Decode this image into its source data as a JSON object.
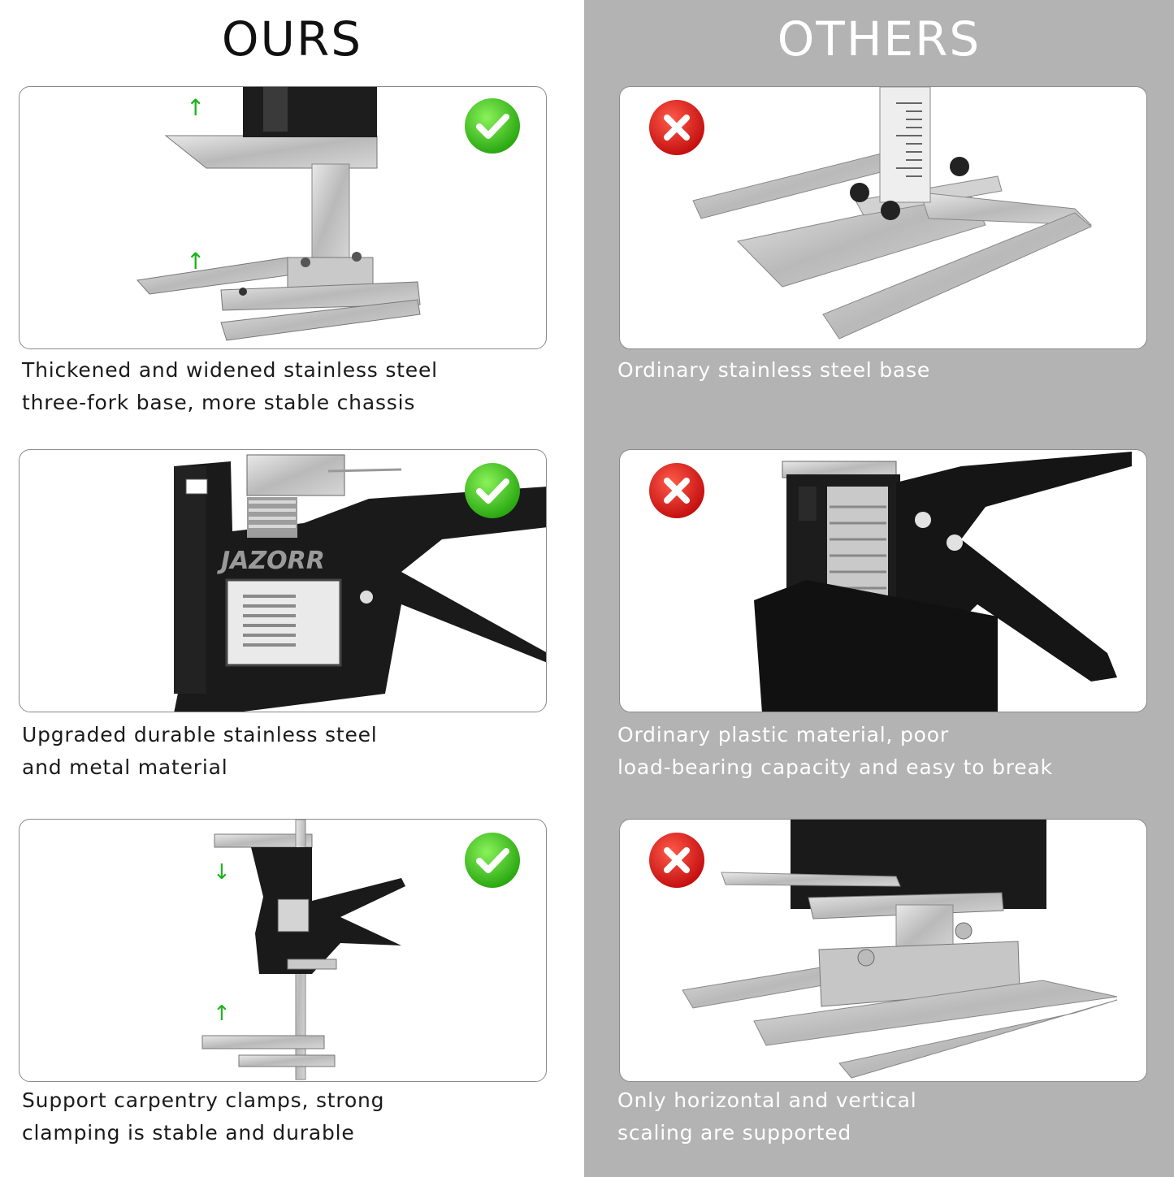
{
  "ours": {
    "heading": "OURS",
    "panels": [
      {
        "caption": [
          "Thickened and widened stainless steel",
          "three-fork base, more stable chassis"
        ],
        "badge": "check-icon"
      },
      {
        "caption": [
          "Upgraded durable stainless steel",
          "and metal material"
        ],
        "badge": "check-icon",
        "brand": "JAZORR"
      },
      {
        "caption": [
          "Support carpentry clamps, strong",
          "clamping is stable and durable"
        ],
        "badge": "check-icon"
      }
    ]
  },
  "others": {
    "heading": "OTHERS",
    "panels": [
      {
        "caption": [
          "Ordinary stainless steel base"
        ],
        "badge": "cross-icon"
      },
      {
        "caption": [
          "Ordinary plastic material, poor",
          "load-bearing capacity and easy to break"
        ],
        "badge": "cross-icon"
      },
      {
        "caption": [
          "Only horizontal and vertical",
          "scaling are supported"
        ],
        "badge": "cross-icon"
      }
    ]
  },
  "colors": {
    "right_background": "#b3b3b3",
    "check_green": "#3cc81e",
    "cross_red": "#e01e1e"
  }
}
